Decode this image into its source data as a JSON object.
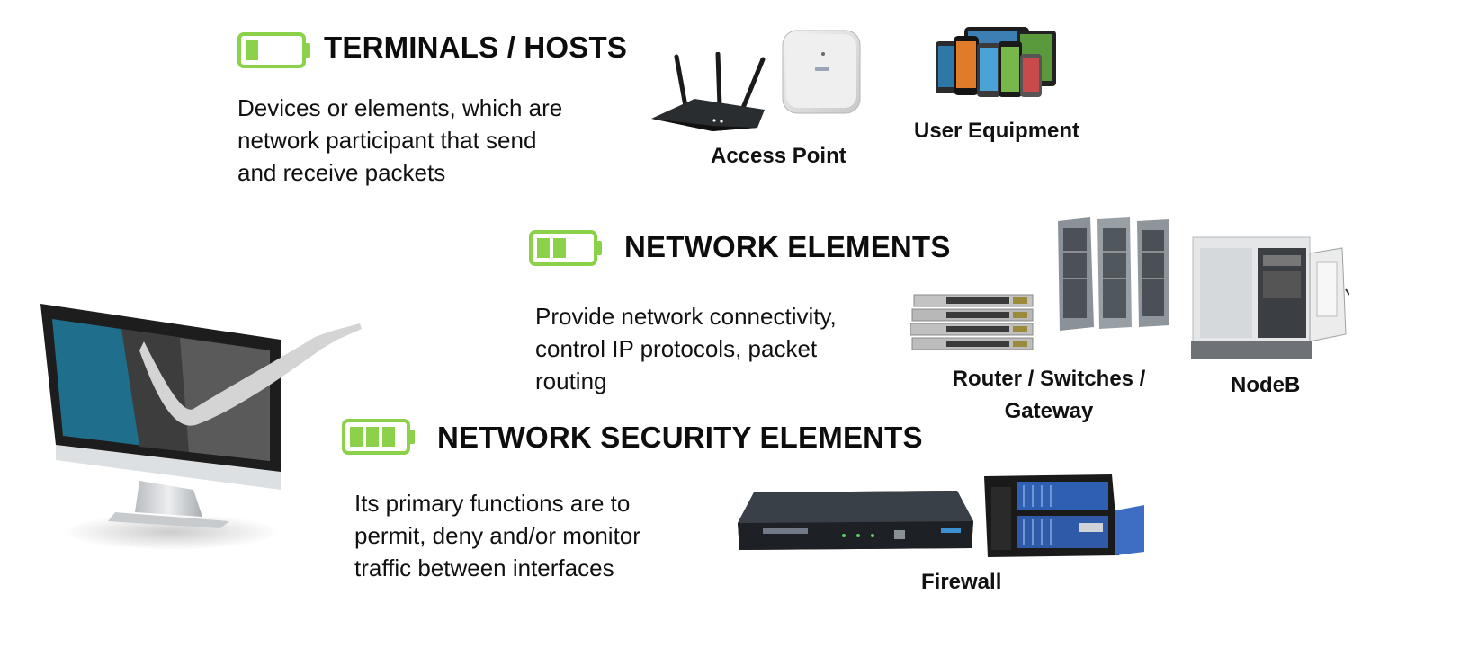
{
  "colors": {
    "battery": "#8cd14a",
    "screen": "#1e6e8c",
    "text": "#111111"
  },
  "sections": [
    {
      "level": "1 of 3",
      "title": "TERMINALS / HOSTS",
      "lines": [
        "Devices or elements, which are",
        "network participant that send",
        "and receive packets"
      ]
    },
    {
      "level": "2 of 3",
      "title": "NETWORK ELEMENTS",
      "lines": [
        "Provide network connectivity,",
        "control IP protocols, packet",
        "routing"
      ]
    },
    {
      "level": "3 of 3",
      "title": "NETWORK SECURITY ELEMENTS",
      "lines": [
        "Its primary functions are to",
        "permit, deny and/or monitor",
        "traffic between interfaces"
      ]
    }
  ],
  "devices": {
    "access_point": "Access Point",
    "user_equipment": "User Equipment",
    "router_line1": "Router / Switches /",
    "router_line2": "Gateway",
    "nodeb": "NodeB",
    "firewall": "Firewall"
  },
  "icons": {
    "battery": "battery-icon",
    "monitor": "monitor-hand-illustration",
    "router": "wifi-router-image",
    "ap": "ceiling-access-point-image",
    "phones": "mobile-devices-image",
    "switches": "switch-stack-image",
    "racks": "server-racks-image",
    "nodeb": "nodeb-cabinet-image",
    "appliance": "security-appliance-image",
    "fw": "firewall-server-image"
  }
}
